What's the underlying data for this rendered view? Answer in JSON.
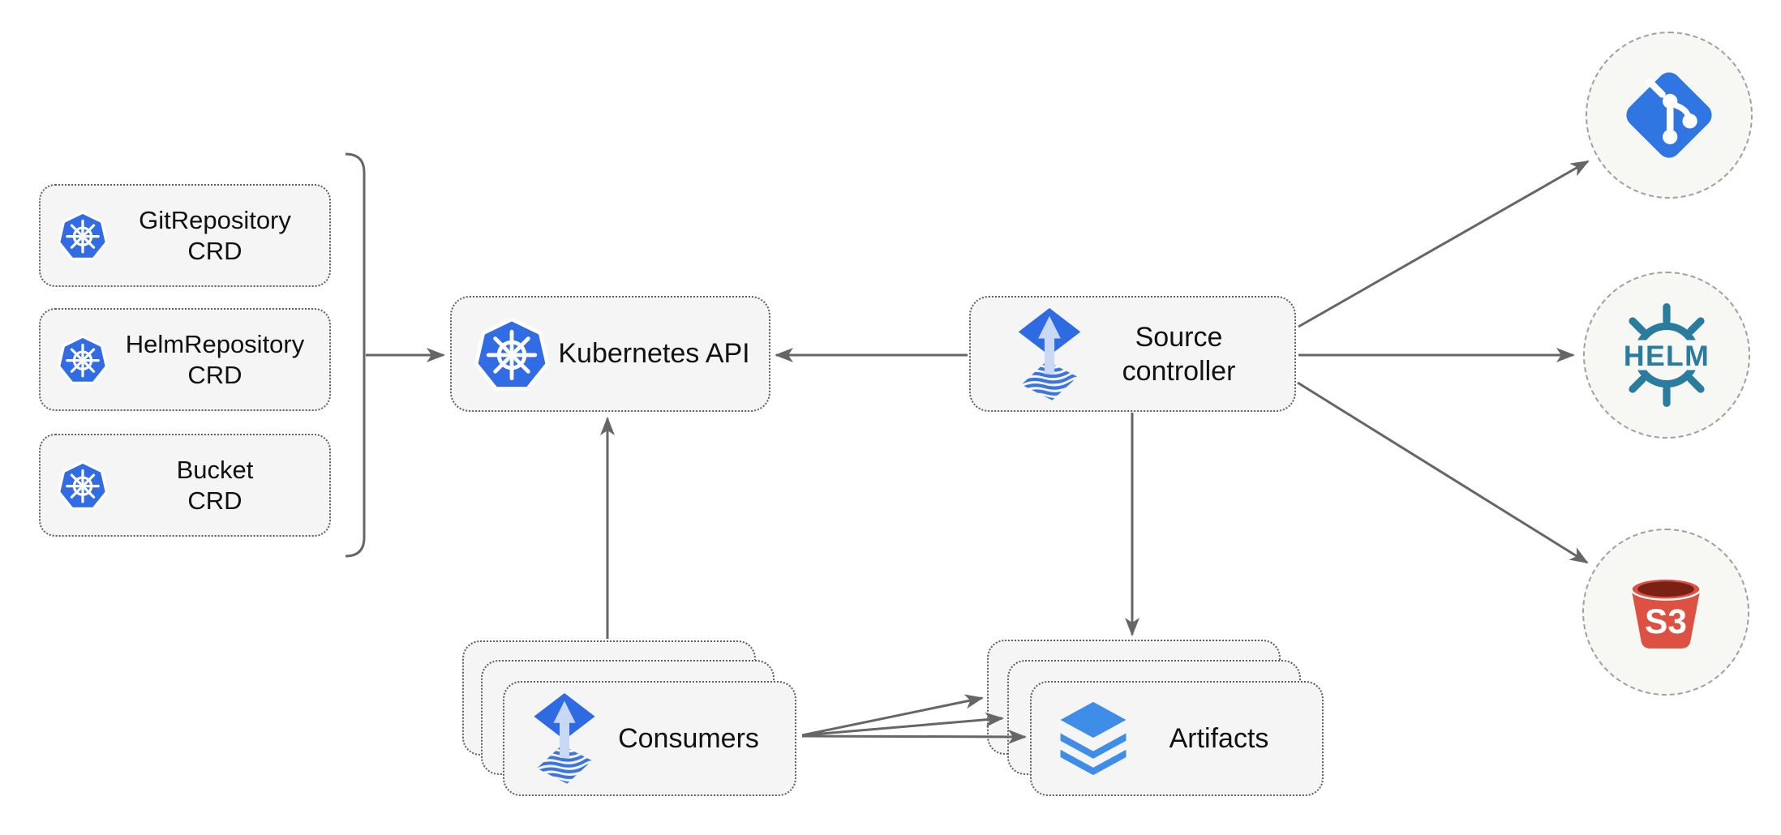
{
  "diagram": {
    "crd_boxes": [
      {
        "label": "GitRepository",
        "sublabel": "CRD",
        "icon": "kubernetes-icon"
      },
      {
        "label": "HelmRepository",
        "sublabel": "CRD",
        "icon": "kubernetes-icon"
      },
      {
        "label": "Bucket",
        "sublabel": "CRD",
        "icon": "kubernetes-icon"
      }
    ],
    "kubernetes_api": {
      "label": "Kubernetes API",
      "icon": "kubernetes-icon"
    },
    "source_controller": {
      "label_line1": "Source",
      "label_line2": "controller",
      "icon": "flux-icon"
    },
    "consumers": {
      "label": "Consumers",
      "icon": "flux-icon",
      "stack_count": 3
    },
    "artifacts": {
      "label": "Artifacts",
      "icon": "layers-icon",
      "stack_count": 3
    },
    "sources": [
      {
        "icon": "git-icon",
        "label": ""
      },
      {
        "icon": "helm-icon",
        "label": "HELM"
      },
      {
        "icon": "s3-icon",
        "label": "S3"
      }
    ],
    "colors": {
      "kubernetes_blue": "#326CE5",
      "flux_blue": "#2E6BE2",
      "flux_stripe_blue": "#3B74E3",
      "flux_arrow_light": "#C9D8F5",
      "git_blue": "#3076E3",
      "helm_teal": "#2A7C9E",
      "s3_red": "#DD5142",
      "s3_dark": "#7A2014",
      "layers_blue": "#3E8DE8",
      "arrow_gray": "#666666",
      "node_fill": "#F5F5F5",
      "node_border": "#5F5F5F",
      "circle_fill": "#F7F7F4",
      "circle_border": "#A0A0A0"
    }
  }
}
